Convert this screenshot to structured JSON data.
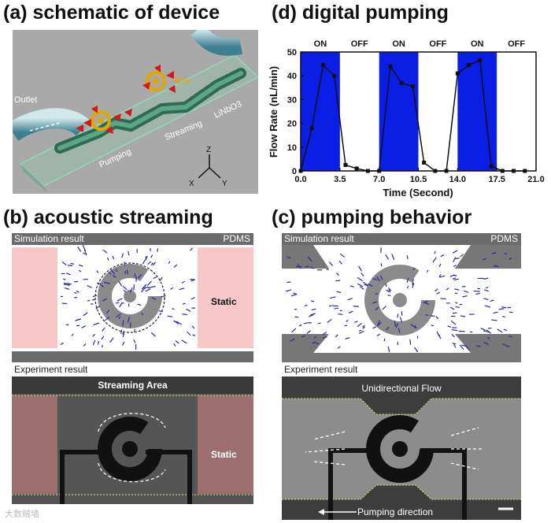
{
  "panel_a": {
    "title": "(a) schematic of device",
    "labels": {
      "outlet": "Outlet",
      "idts": "IDTs",
      "linbo3": "LiNbO3",
      "streaming": "Streaming",
      "pumping": "Pumping",
      "axis_z": "Z",
      "axis_x": "X",
      "axis_y": "Y"
    }
  },
  "panel_b": {
    "title": "(b) acoustic streaming",
    "sim_label": "Simulation result",
    "pdms": "PDMS",
    "static": "Static",
    "exp_label": "Experiment result",
    "streaming_area": "Streaming Area",
    "static2": "Static"
  },
  "panel_c": {
    "title": "(c) pumping behavior",
    "sim_label": "Simulation result",
    "pdms": "PDMS",
    "exp_label": "Experiment result",
    "unidirectional": "Unidirectional Flow",
    "pumping_direction": "Pumping direction"
  },
  "panel_d": {
    "title": "(d) digital pumping",
    "states": [
      "ON",
      "OFF",
      "ON",
      "OFF",
      "ON",
      "OFF"
    ]
  },
  "watermark": "大数贼墙",
  "chart_data": {
    "type": "line",
    "title": "(d) digital pumping",
    "xlabel": "Time (Second)",
    "ylabel": "Flow Rate (nL/min)",
    "xlim": [
      0,
      21
    ],
    "ylim": [
      0,
      50
    ],
    "xticks": [
      "0.0",
      "3.5",
      "7.0",
      "10.5",
      "14.0",
      "17.5",
      "21.0"
    ],
    "yticks": [
      "0",
      "10",
      "20",
      "30",
      "40",
      "50"
    ],
    "on_intervals": [
      [
        0,
        3.5
      ],
      [
        7,
        10.5
      ],
      [
        14,
        17.5
      ]
    ],
    "on_color": "#0a1ee6",
    "x": [
      0,
      1,
      2,
      3,
      4,
      5,
      6,
      7,
      8,
      9,
      10,
      11,
      12,
      13,
      14,
      15,
      16,
      17,
      18,
      19,
      20
    ],
    "y": [
      0,
      18,
      44.5,
      40,
      2.5,
      1,
      0,
      0,
      44,
      37,
      35.5,
      3.5,
      0,
      0,
      41,
      44.5,
      46.5,
      2,
      0,
      0,
      0
    ]
  }
}
